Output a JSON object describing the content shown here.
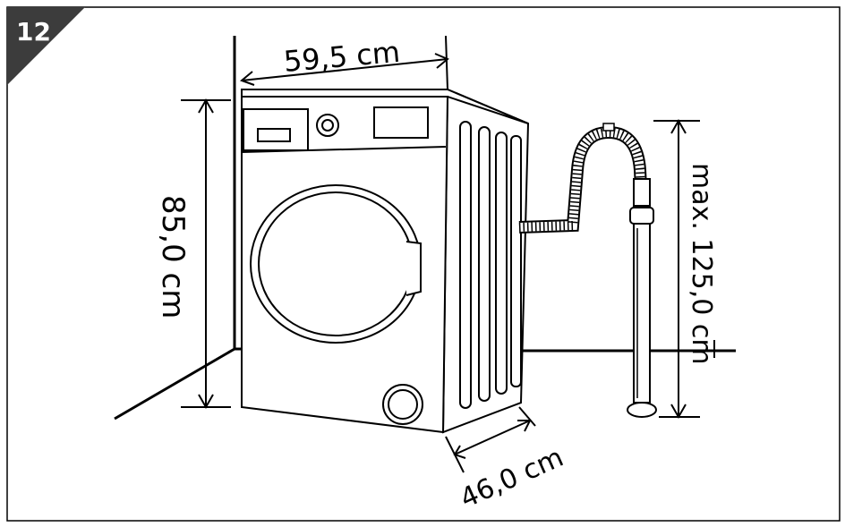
{
  "badge": {
    "number": "12",
    "color": "#3c3c3c"
  },
  "dimensions": {
    "width": "59,5 cm",
    "height": "85,0 cm",
    "depth": "46,0 cm",
    "drain_height": "max. 125,0 cm"
  },
  "colors": {
    "line": "#000000",
    "panel_border": "#000000",
    "badge_text": "#ffffff"
  }
}
